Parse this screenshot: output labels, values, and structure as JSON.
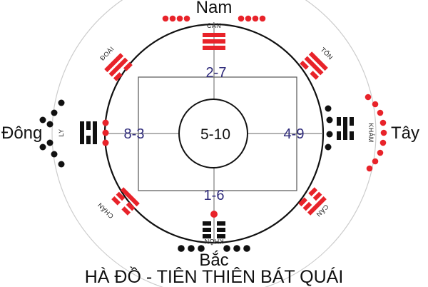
{
  "title": "HÀ ĐỒ - TIÊN THIÊN BÁT QUÁI",
  "directions": {
    "south": "Nam",
    "north": "Bắc",
    "east": "Đông",
    "west": "Tây"
  },
  "numbers": {
    "top": "2-7",
    "bottom": "1-6",
    "left": "8-3",
    "right": "4-9",
    "center": "5-10"
  },
  "trigrams": {
    "can_top": "CÀN",
    "khon": "KHÔN",
    "ly": "LY",
    "kham": "KHẢM",
    "doai": "ĐOÀI",
    "ton": "TỐN",
    "chan": "CHẤN",
    "can_br": "CẤN"
  },
  "colors": {
    "red": "#e8232a",
    "black": "#111111",
    "ring": "#cccccc",
    "number": "#2e2a7a"
  }
}
